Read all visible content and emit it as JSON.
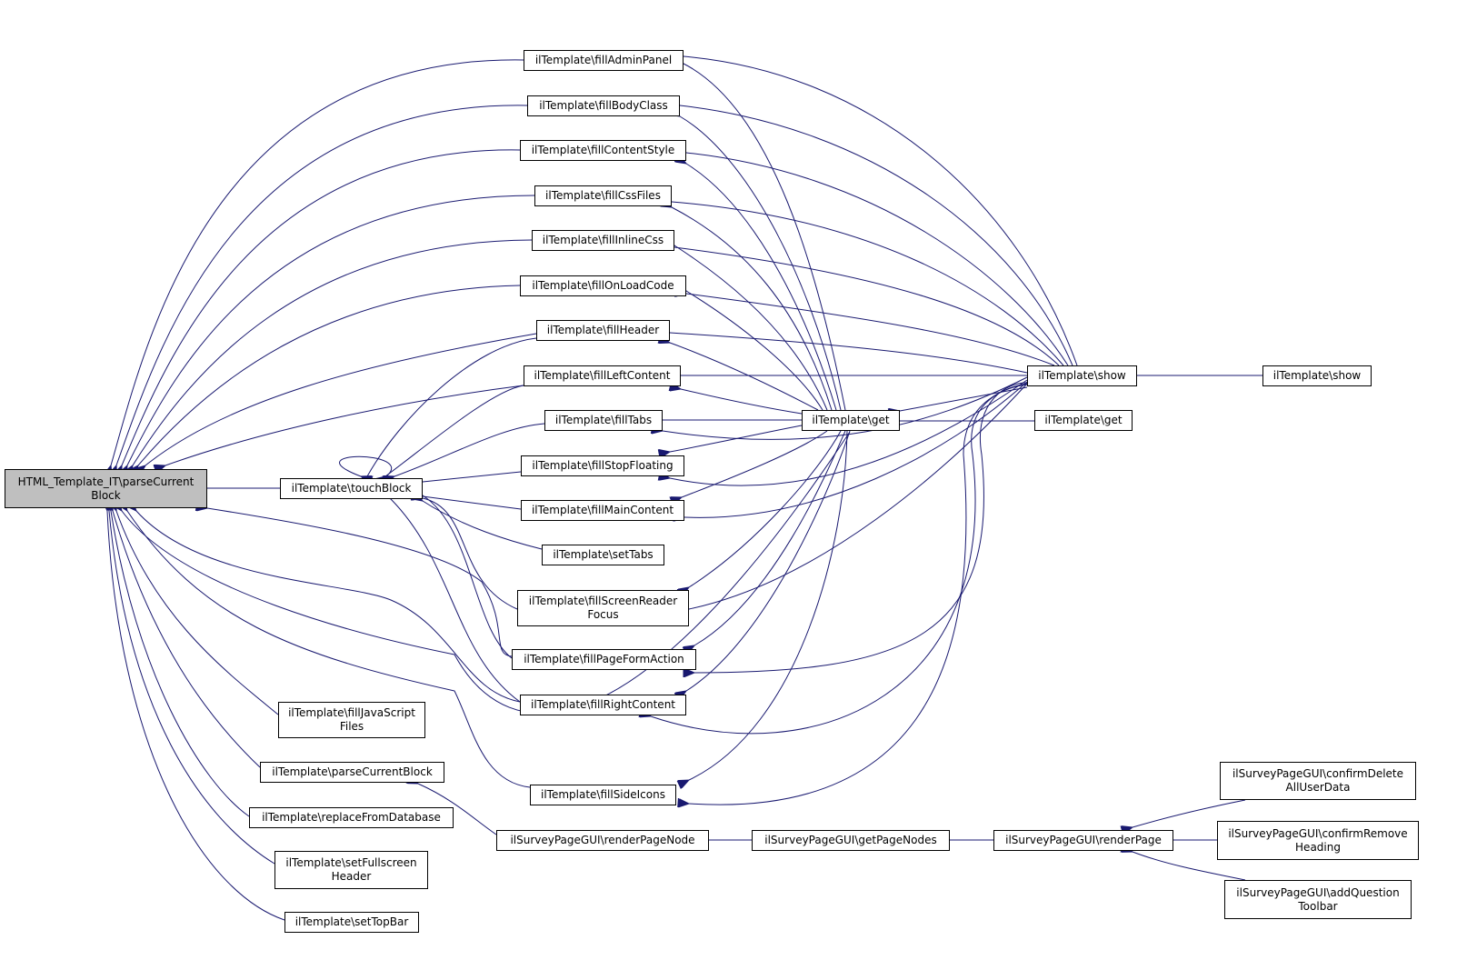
{
  "edge_color": "#191970",
  "root_fill": "#bfbfbf",
  "nodes": {
    "root": [
      "HTML_Template_IT\\parseCurrent",
      "Block"
    ],
    "touchBlock": [
      "ilTemplate\\touchBlock"
    ],
    "fillAdminPanel": [
      "ilTemplate\\fillAdminPanel"
    ],
    "fillBodyClass": [
      "ilTemplate\\fillBodyClass"
    ],
    "fillContentStyle": [
      "ilTemplate\\fillContentStyle"
    ],
    "fillCssFiles": [
      "ilTemplate\\fillCssFiles"
    ],
    "fillInlineCss": [
      "ilTemplate\\fillInlineCss"
    ],
    "fillOnLoadCode": [
      "ilTemplate\\fillOnLoadCode"
    ],
    "fillHeader": [
      "ilTemplate\\fillHeader"
    ],
    "fillLeftContent": [
      "ilTemplate\\fillLeftContent"
    ],
    "fillTabs": [
      "ilTemplate\\fillTabs"
    ],
    "fillStopFloating": [
      "ilTemplate\\fillStopFloating"
    ],
    "fillMainContent": [
      "ilTemplate\\fillMainContent"
    ],
    "setTabs": [
      "ilTemplate\\setTabs"
    ],
    "fillScreenReaderFocus": [
      "ilTemplate\\fillScreenReader",
      "Focus"
    ],
    "fillPageFormAction": [
      "ilTemplate\\fillPageFormAction"
    ],
    "fillRightContent": [
      "ilTemplate\\fillRightContent"
    ],
    "fillJavaScriptFiles": [
      "ilTemplate\\fillJavaScript",
      "Files"
    ],
    "parseCurrentBlock": [
      "ilTemplate\\parseCurrentBlock"
    ],
    "replaceFromDatabase": [
      "ilTemplate\\replaceFromDatabase"
    ],
    "setFullscreenHeader": [
      "ilTemplate\\setFullscreen",
      "Header"
    ],
    "setTopBar": [
      "ilTemplate\\setTopBar"
    ],
    "fillSideIcons": [
      "ilTemplate\\fillSideIcons"
    ],
    "get": [
      "ilTemplate\\get"
    ],
    "show": [
      "ilTemplate\\show"
    ],
    "show2": [
      "ilTemplate\\show"
    ],
    "get2": [
      "ilTemplate\\get"
    ],
    "renderPageNode": [
      "ilSurveyPageGUI\\renderPageNode"
    ],
    "getPageNodes": [
      "ilSurveyPageGUI\\getPageNodes"
    ],
    "renderPage": [
      "ilSurveyPageGUI\\renderPage"
    ],
    "confirmDeleteAllUserData": [
      "ilSurveyPageGUI\\confirmDelete",
      "AllUserData"
    ],
    "confirmRemoveHeading": [
      "ilSurveyPageGUI\\confirmRemove",
      "Heading"
    ],
    "addQuestionToolbar": [
      "ilSurveyPageGUI\\addQuestion",
      "Toolbar"
    ]
  }
}
